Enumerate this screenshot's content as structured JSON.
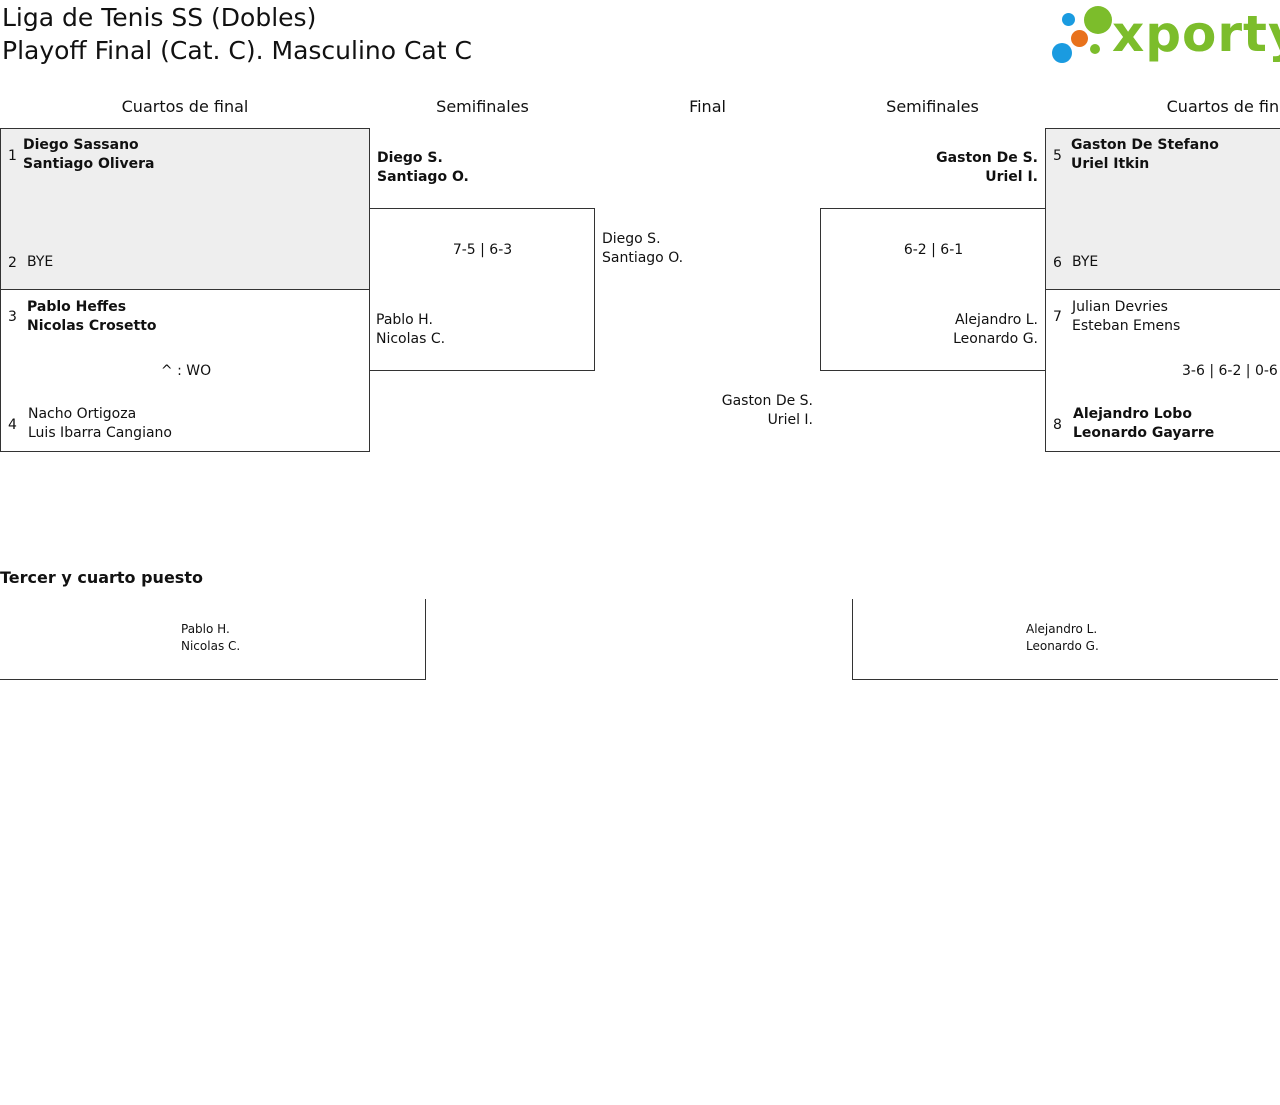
{
  "header": {
    "title_line1": "Liga de Tenis SS (Dobles)",
    "title_line2": "Playoff Final (Cat. C). Masculino Cat C",
    "logo_text": "xporty",
    "logo_colors": {
      "blue": "#1a9be0",
      "orange": "#e8721c",
      "green": "#7cbd2b"
    }
  },
  "columns": {
    "left_qf": "Cuartos de final",
    "left_sf": "Semifinales",
    "final": "Final",
    "right_sf": "Semifinales",
    "right_qf": "Cuartos de final"
  },
  "left_qf": {
    "match1": {
      "seed_a": "1",
      "a1": "Diego Sassano",
      "a2": "Santiago Olivera",
      "seed_b": "2",
      "b1": "BYE"
    },
    "match2": {
      "seed_a": "3",
      "a1": "Pablo Heffes",
      "a2": "Nicolas Crosetto",
      "score": "^ : WO",
      "seed_b": "4",
      "b1": "Nacho Ortigoza",
      "b2": "Luis Ibarra Cangiano"
    }
  },
  "left_sf": {
    "a1": "Diego S.",
    "a2": "Santiago O.",
    "score": "7-5 | 6-3",
    "b1": "Pablo H.",
    "b2": "Nicolas C."
  },
  "final": {
    "a1": "Diego S.",
    "a2": "Santiago O.",
    "b1": "Gaston De S.",
    "b2": "Uriel I."
  },
  "right_sf": {
    "a1": "Gaston De S.",
    "a2": "Uriel I.",
    "score": "6-2 | 6-1",
    "b1": "Alejandro L.",
    "b2": "Leonardo G."
  },
  "right_qf": {
    "match1": {
      "seed_a": "5",
      "a1": "Gaston De Stefano",
      "a2": "Uriel Itkin",
      "seed_b": "6",
      "b1": "BYE"
    },
    "match2": {
      "seed_a": "7",
      "a1": "Julian Devries",
      "a2": "Esteban Emens",
      "score": "3-6 | 6-2 | 0-6",
      "seed_b": "8",
      "b1": "Alejandro Lobo",
      "b2": "Leonardo Gayarre"
    }
  },
  "third_place": {
    "title": "Tercer y cuarto puesto",
    "a1": "Pablo H.",
    "a2": "Nicolas C.",
    "b1": "Alejandro L.",
    "b2": "Leonardo G."
  }
}
